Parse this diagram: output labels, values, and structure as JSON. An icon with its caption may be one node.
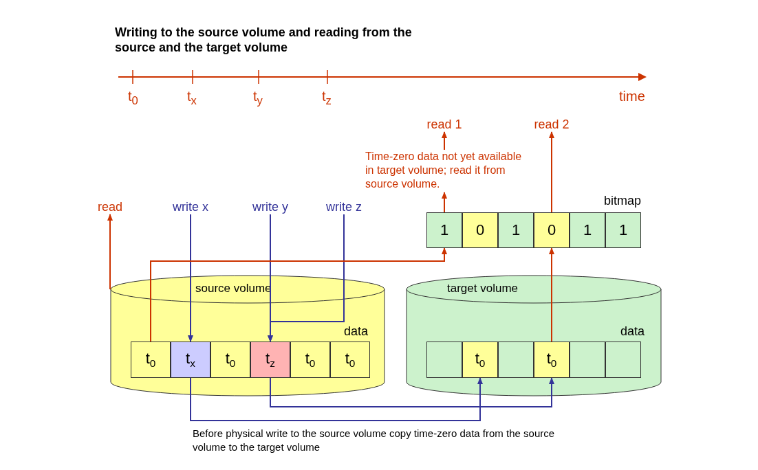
{
  "diagram": {
    "title": "Writing to the source volume and reading from the source and the target volume",
    "nodes": [
      {
        "text": [
          "read 1"
        ]
      },
      {
        "text": [
          "read 2"
        ]
      },
      {
        "text": [
          "Time-zero data not yet available in target volume; read it from source volume."
        ]
      },
      {
        "text": [
          "read"
        ]
      },
      {
        "text": [
          "write x"
        ]
      },
      {
        "text": [
          "write y"
        ]
      },
      {
        "text": [
          "write z"
        ]
      },
      {
        "text": [
          "1"
        ]
      },
      {
        "text": [
          "0"
        ]
      },
      {
        "text": [
          "1"
        ]
      },
      {
        "text": [
          "0"
        ]
      },
      {
        "text": [
          "1"
        ]
      },
      {
        "text": [
          "1"
        ]
      },
      {
        "text": [
          "source volume",
          "data"
        ]
      },
      {
        "text": [
          "t$_{0}$"
        ],
        "in": 13
      },
      {
        "text": [
          "t$_{x}$"
        ],
        "in": 13
      },
      {
        "text": [
          "t$_{0}$"
        ],
        "in": 13
      },
      {
        "text": [
          "t$_{z}$"
        ],
        "in": 13
      },
      {
        "text": [
          "t$_{0}$"
        ],
        "in": 13
      },
      {
        "text": [
          "t$_{0}$"
        ],
        "in": 13
      },
      {
        "text": [
          "target volume",
          "data"
        ]
      },
      {
        "text": [],
        "shape": "box",
        "in": 20
      },
      {
        "text": [
          "t$_{0}$"
        ],
        "in": 20
      },
      {
        "text": [],
        "shape": "box",
        "in": 20
      },
      {
        "text": [
          "t$_{0}$"
        ],
        "in": 20
      },
      {
        "text": [],
        "shape": "box",
        "in": 20
      },
      {
        "text": [],
        "shape": "box",
        "in": 20
      }
    ],
    "edges": [
      {
        "from": 13,
        "to": 3,
        "arrow": "to"
      },
      {
        "from": 4,
        "to": 15,
        "arrow": "to",
        "color": "#333399"
      },
      {
        "from": 5,
        "to": 17,
        "arrow": "to",
        "color": "#333399"
      },
      {
        "from": 6,
        "to": 17,
        "arrow": "to",
        "color": "#333399"
      },
      {
        "from": 14,
        "to": 7,
        "arrow": "to"
      },
      {
        "from": 7,
        "to": 2,
        "arrow": "to"
      },
      {
        "from": 2,
        "to": 0,
        "arrow": "to"
      },
      {
        "from": 24,
        "to": 10,
        "arrow": "to"
      },
      {
        "from": 10,
        "to": 1,
        "arrow": "to"
      },
      {
        "from": 15,
        "to": 22,
        "arrow": "to",
        "color": "#333399"
      },
      {
        "from": 17,
        "to": 24,
        "arrow": "to",
        "color": "#333399"
      }
    ],
    "labels": [
      "t$_{0}$",
      "t$_{x}$",
      "t$_{y}$",
      "t$_{z}$",
      "time",
      "bitmap",
      "Before physical write to the source volume copy time-zero data from the source volume to the target volume"
    ]
  }
}
